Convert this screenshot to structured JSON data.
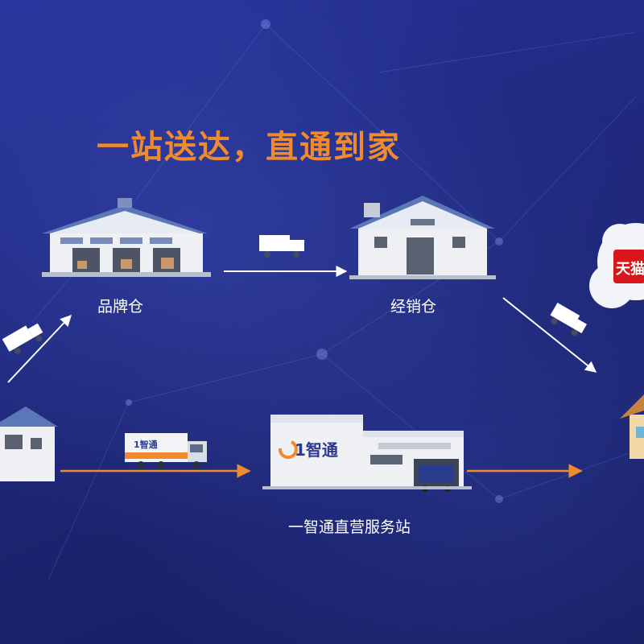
{
  "title": "一站送达，直通到家",
  "nodes": {
    "brand_warehouse": "品牌仓",
    "dealer_warehouse": "经销仓",
    "service_station": "一智通直营服务站"
  },
  "logos": {
    "yizhitong": "1智通",
    "tmall": "天猫"
  },
  "colors": {
    "background": "#1f2a7a",
    "title_orange": "#f08a2e",
    "arrow_white": "#ffffff",
    "arrow_orange": "#f08a2e",
    "building_wall": "#eef0f4",
    "roof_blue": "#5c77b5",
    "tmall_red": "#d9161b"
  }
}
